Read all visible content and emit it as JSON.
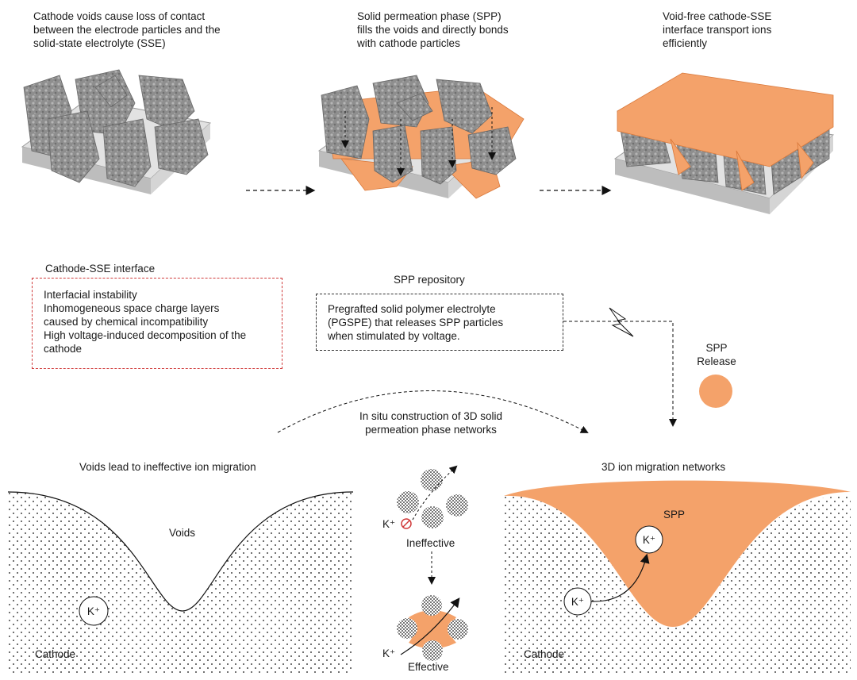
{
  "panels": {
    "top1": "Cathode voids cause loss of contact\nbetween the electrode particles and the\nsolid-state electrolyte (SSE)",
    "top2": "Solid permeation phase (SPP)\nfills the voids and directly bonds\nwith cathode particles",
    "top3": "Void-free cathode-SSE\ninterface transport  ions\nefficiently"
  },
  "interface": {
    "title": "Cathode-SSE interface",
    "items": "Interfacial instability\nInhomogeneous space charge layers\ncaused by chemical incompatibility\nHigh voltage-induced decomposition of the\ncathode"
  },
  "repository": {
    "title": "SPP repository",
    "text": "Pregrafted  solid  polymer  electrolyte\n(PGSPE) that releases SPP particles\nwhen stimulated by voltage."
  },
  "release": {
    "label": "SPP\nRelease"
  },
  "insitu": {
    "label": "In situ construction of 3D solid\npermeation phase networks"
  },
  "left_bottom": {
    "title": "Voids lead to ineffective ion migration",
    "voids": "Voids",
    "ion": "K⁺",
    "cathode": "Cathode"
  },
  "middle": {
    "ion1": "K⁺",
    "ineffective": "Ineffective",
    "ion2": "K⁺",
    "effective": "Effective"
  },
  "right_bottom": {
    "title": "3D ion migration networks",
    "spp": "SPP",
    "ion_in": "K⁺",
    "ion_out": "K⁺",
    "cathode": "Cathode"
  },
  "colors": {
    "spp": "#F4A26A",
    "cube_top": "#9a9a9a",
    "base": "#cfcfcf",
    "red": "#d03a3a"
  }
}
